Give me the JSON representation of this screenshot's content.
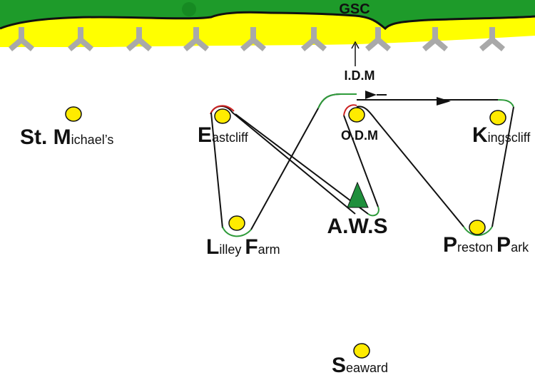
{
  "header": {
    "label": "GSC"
  },
  "markers": {
    "top": {
      "text": "I.D.M"
    }
  },
  "places": {
    "st_michaels": {
      "cap": "St. ",
      "cap2": "M",
      "rest": "ichael’s"
    },
    "eastcliff": {
      "cap": "E",
      "rest": "astcliff"
    },
    "odm": {
      "text": "O.D.M"
    },
    "kingscliff": {
      "cap": "K",
      "rest": "ingscliff"
    },
    "lilley_farm": {
      "cap": "L",
      "rest": "illey ",
      "cap2": "F",
      "rest2": "arm"
    },
    "aws": {
      "text": "A.W.S"
    },
    "preston_park": {
      "cap": "P",
      "rest": "reston ",
      "cap2": "P",
      "rest2": "ark"
    },
    "seaward": {
      "cap": "S",
      "rest": "eaward"
    }
  },
  "colors": {
    "grass": "#1e9b2a",
    "sand": "#ffff00",
    "buoy": "#ffeb00",
    "path": "#111111",
    "accent_red": "#cc2222",
    "accent_green": "#2e9b3a",
    "triangle": "#1f8f3c",
    "anchor": "#a9a9a9"
  }
}
